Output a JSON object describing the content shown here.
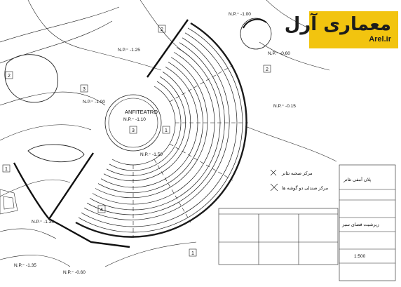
{
  "logo": {
    "main_text": "معماری آرل",
    "sub_text": "Arel.ir",
    "bg_color": "#f2c40f"
  },
  "plan": {
    "center_label": "ANFITEATRO",
    "center_level": "N.P.⁼ -1.10",
    "levels": [
      "N.P.⁼ -1.00",
      "N.P.⁼ -1.25",
      "N.P.⁼ -0.60",
      "N.P.⁼ -1.00",
      "N.P.⁼ -0.15",
      "N.P.⁼ -1.50",
      "N.P.⁼ -1.35",
      "N.P.⁼ -1.35",
      "N.P.⁼ -0.60"
    ],
    "zone_numbers": [
      "1",
      "2",
      "3",
      "4"
    ],
    "legend_items": [
      "مرکز صحنه تئاتر",
      "مرکز صندلی دو گوشه ها"
    ]
  },
  "titleblock": {
    "project": "پلان آمفی تئاتر",
    "title": "زیرشیت فضای سبز",
    "scale": "1:500"
  }
}
